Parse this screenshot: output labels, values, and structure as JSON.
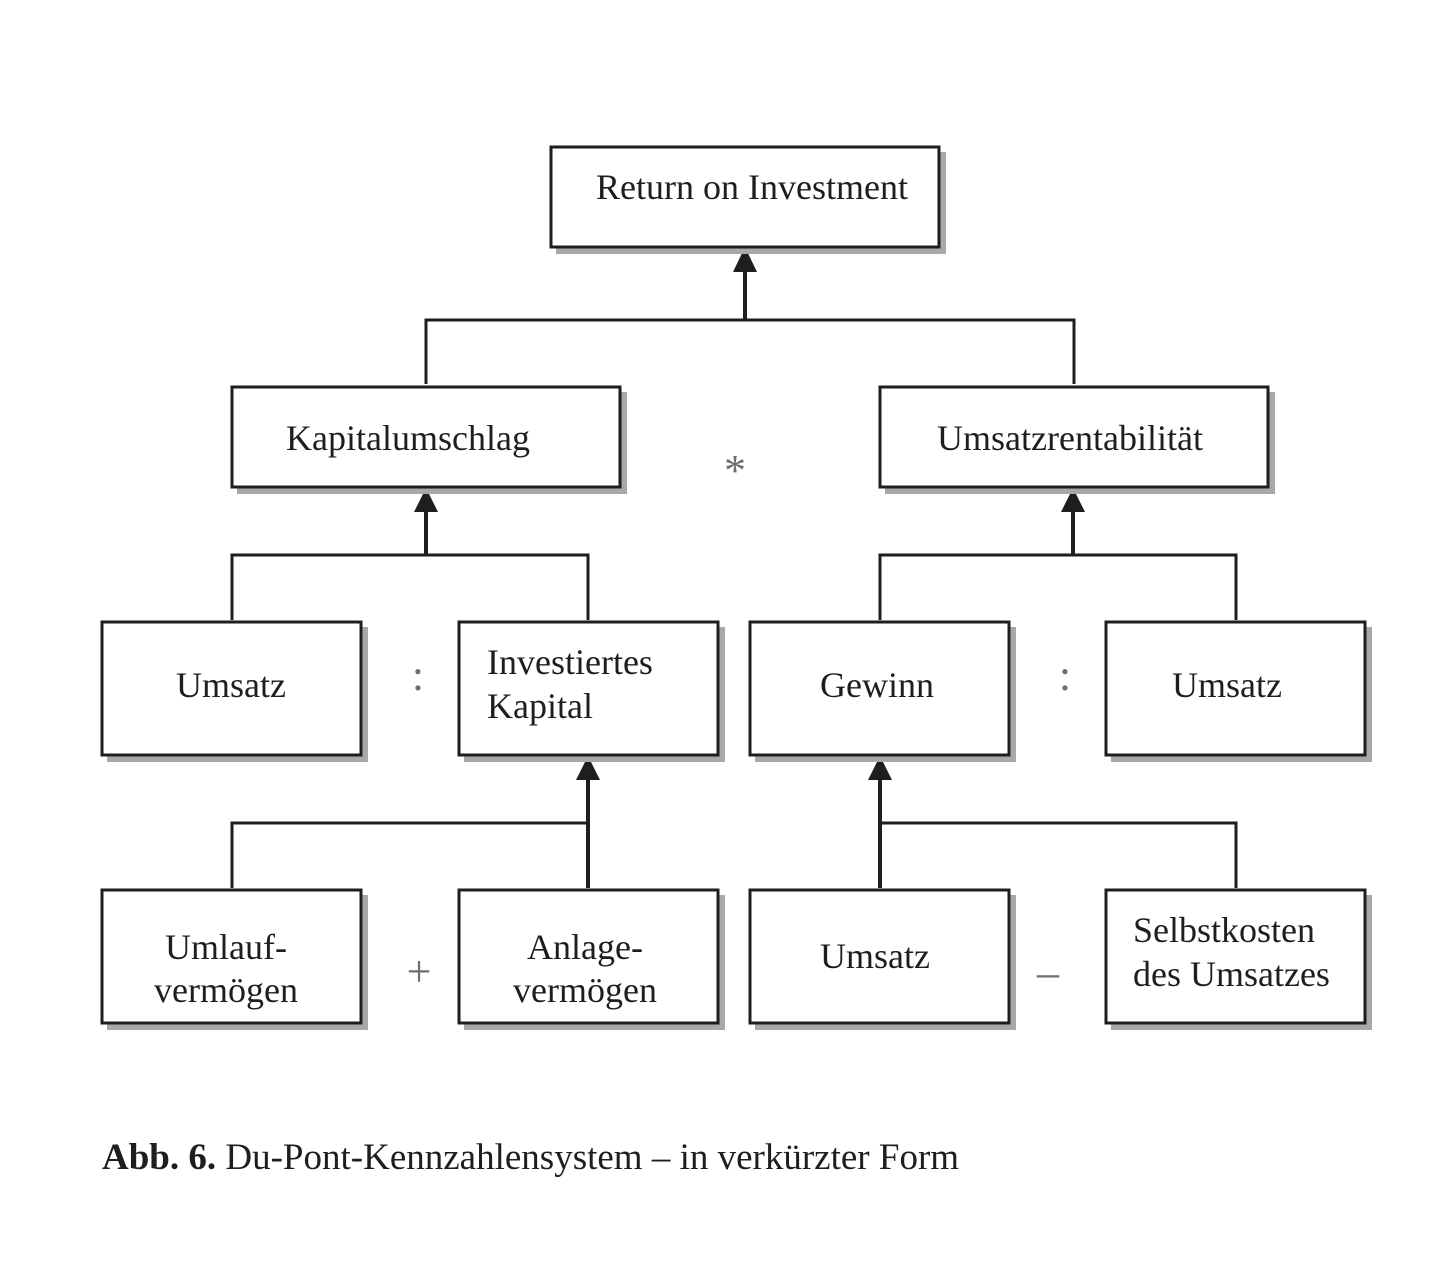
{
  "nodes": {
    "roi": "Return on Investment",
    "kapitalumschlag": "Kapitalumschlag",
    "umsatzrentabilitaet": "Umsatzrentabilität",
    "umsatz_left": "Umsatz",
    "investiertes_kapital_line1": "Investiertes",
    "investiertes_kapital_line2": "Kapital",
    "gewinn": "Gewinn",
    "umsatz_right": "Umsatz",
    "umlaufvermoegen_line1": "Umlauf-",
    "umlaufvermoegen_line2": "vermögen",
    "anlagevermoegen_line1": "Anlage-",
    "anlagevermoegen_line2": "vermögen",
    "umsatz_bottom": "Umsatz",
    "selbstkosten_line1": "Selbstkosten",
    "selbstkosten_line2": "des Umsatzes"
  },
  "operators": {
    "multiply": "*",
    "divide_left": ":",
    "divide_right": ":",
    "plus": "+",
    "minus": "–"
  },
  "caption": {
    "label": "Abb. 6.",
    "text": " Du-Pont-Kennzahlensystem – in verkürzter Form"
  }
}
